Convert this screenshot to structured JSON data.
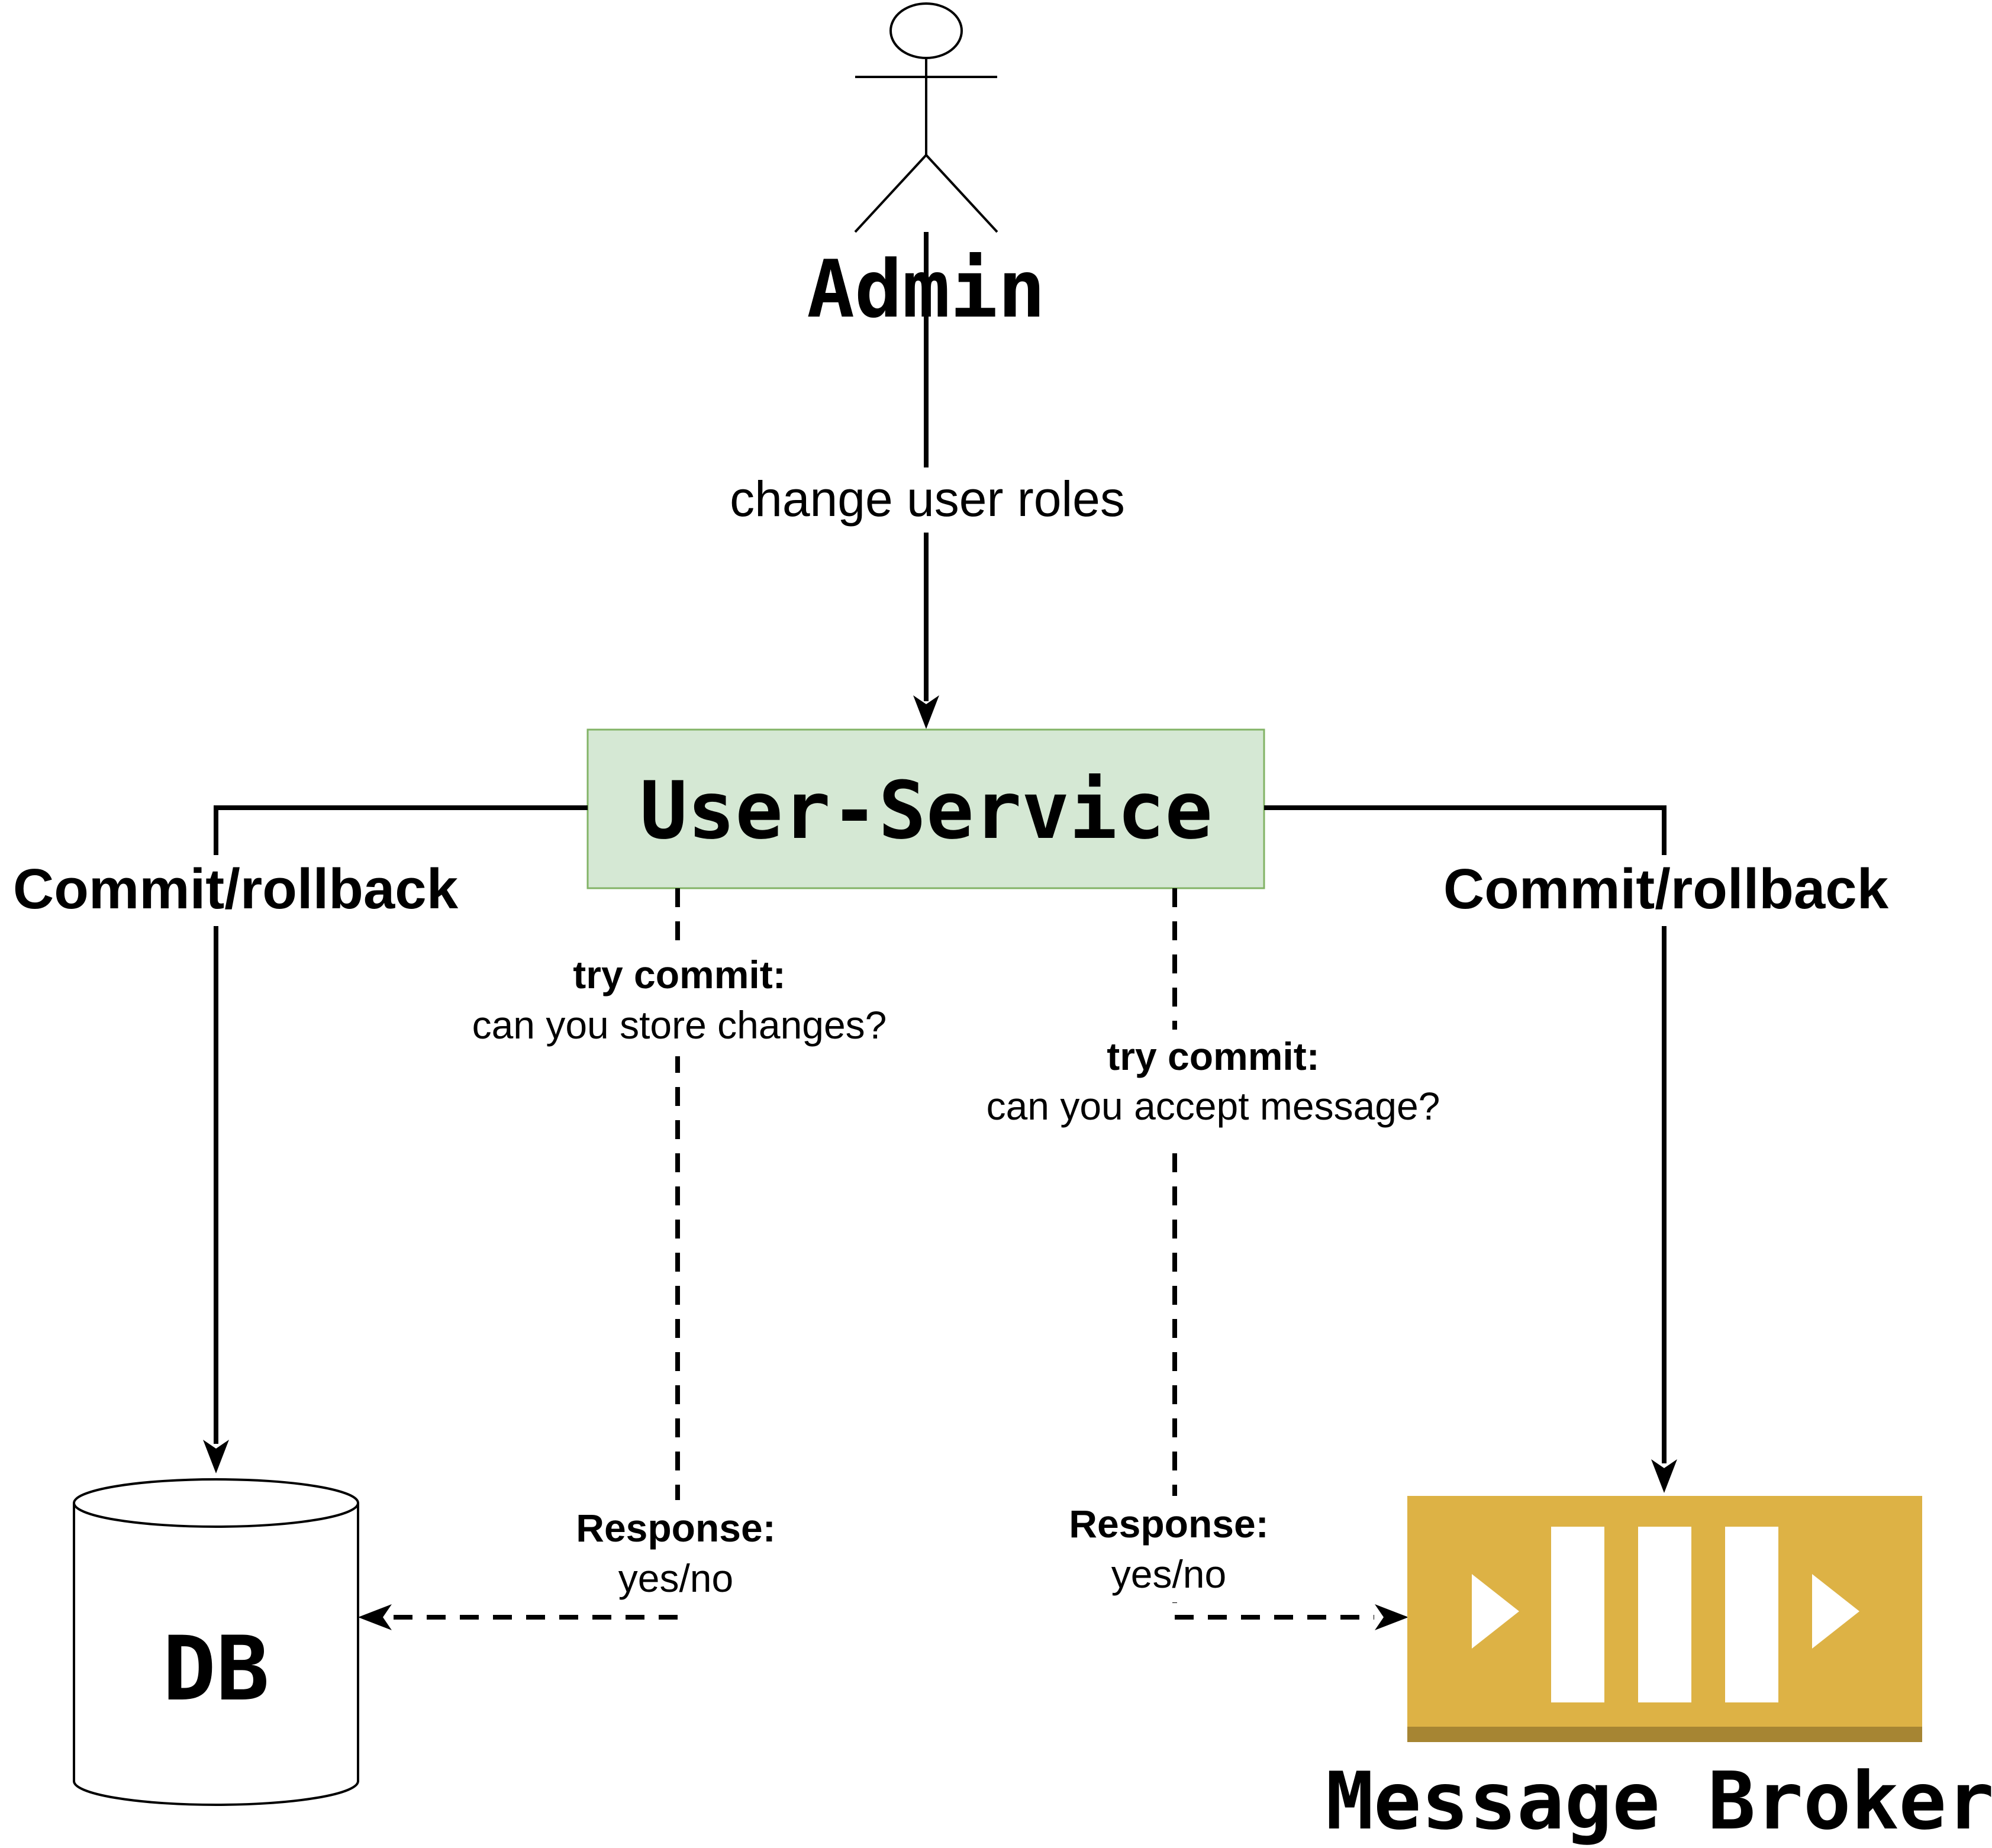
{
  "actor": {
    "name": "Admin",
    "icon": "stick-figure-icon"
  },
  "edges": {
    "admin_to_service": "change user roles",
    "service_to_db": "Commit/rollback",
    "service_to_broker": "Commit/rollback",
    "db_try_commit_title": "try commit:",
    "db_try_commit_text": "can you store changes?",
    "broker_try_commit_title": "try commit:",
    "broker_try_commit_text": "can you accept message?",
    "db_response_title": "Response:",
    "db_response_text": "yes/no",
    "broker_response_title": "Response:",
    "broker_response_text": "yes/no"
  },
  "nodes": {
    "service": {
      "label": "User-Service",
      "fill": "#d5e8d4",
      "stroke": "#82b366"
    },
    "db": {
      "label": "DB",
      "icon": "database-cylinder-icon"
    },
    "broker": {
      "label": "Message Broker",
      "icon": "message-queue-icon",
      "fill": "#ddb245",
      "base": "#a68533"
    }
  }
}
